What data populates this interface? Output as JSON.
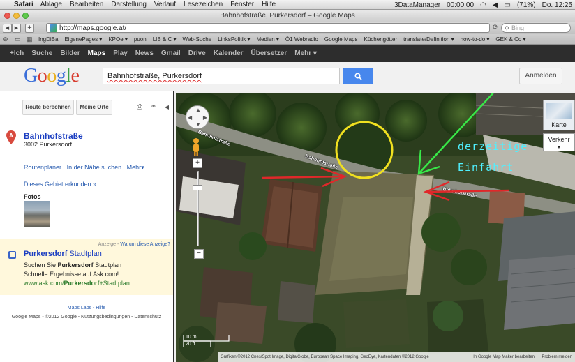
{
  "menubar": {
    "app": "Safari",
    "items": [
      "Ablage",
      "Bearbeiten",
      "Darstellung",
      "Verlauf",
      "Lesezeichen",
      "Fenster",
      "Hilfe"
    ],
    "status_app": "3DataManager",
    "timer": "00:00:00",
    "battery": "(71%)",
    "clock": "Do. 12:25"
  },
  "window": {
    "title": "Bahnhofstraße, Purkersdorf – Google Maps"
  },
  "toolbar": {
    "url": "http://maps.google.at/",
    "search_placeholder": "Bing"
  },
  "bookmarks": [
    "IngDiBa",
    "EigenePages ▾",
    "KPOe ▾",
    "puon",
    "LIB & C ▾",
    "Web-Suche",
    "LinksPolitik ▾",
    "Medien ▾",
    "Ö1 Webradio",
    "Google Maps",
    "Küchengötter",
    "translate/Definition ▾",
    "how-to-do ▾",
    "GEK & Co ▾"
  ],
  "gbar": {
    "items": [
      "+Ich",
      "Suche",
      "Bilder",
      "Maps",
      "Play",
      "News",
      "Gmail",
      "Drive",
      "Kalender",
      "Übersetzer",
      "Mehr ▾"
    ],
    "active": "Maps"
  },
  "header": {
    "logo": "Google",
    "query": "Bahnhofstraße, Purkersdorf",
    "signin": "Anmelden"
  },
  "sidebar": {
    "route_btn": "Route berechnen",
    "myplaces_btn": "Meine Orte",
    "result": {
      "marker": "A",
      "title": "Bahnhofstraße",
      "address": "3002 Purkersdorf"
    },
    "links": [
      "Routenplaner",
      "In der Nähe suchen",
      "Mehr▾"
    ],
    "explore": "Dieses Gebiet erkunden »",
    "fotos_label": "Fotos",
    "ad": {
      "label": "Anzeige",
      "why": "Warum diese Anzeige?",
      "title_bold": "Purkersdorf",
      "title_rest": " Stadtplan",
      "line1_a": "Suchen Sie ",
      "line1_b": "Purkersdorf",
      "line1_c": " Stadtplan",
      "line2": "Schnelle Ergebnisse auf Ask.com!",
      "url_a": "www.ask.com/",
      "url_b": "Purkersdorf",
      "url_c": "+Stadtplan"
    },
    "footer_links": "Maps Labs - Hilfe",
    "footer_legal": "Google Maps - ©2012 Google - Nutzungsbedingungen - Datenschutz"
  },
  "map": {
    "karte_label": "Karte",
    "verkehr_label": "Verkehr",
    "street_labels": [
      "Bahnhofstraße",
      "Bahnhofstraße",
      "Bahnhofstraße"
    ],
    "annotation_line1": "derzeitige",
    "annotation_line2": "Einfahrt",
    "scale_metric": "10 m",
    "scale_imperial": "20 ft",
    "attribution": "Grafiken ©2012 Cnes/Spot Image, DigitalGlobe, European Space Imaging, GeoEye, Kartendaten ©2012 Google",
    "mapmaker": "In Google Map Maker bearbeiten",
    "report": "Problem melden"
  },
  "colors": {
    "annotation_red": "#e0282a",
    "annotation_yellow": "#f0e020",
    "annotation_green": "#38e848",
    "annotation_cyan": "#4ff0ff",
    "search_blue": "#4787ed"
  }
}
